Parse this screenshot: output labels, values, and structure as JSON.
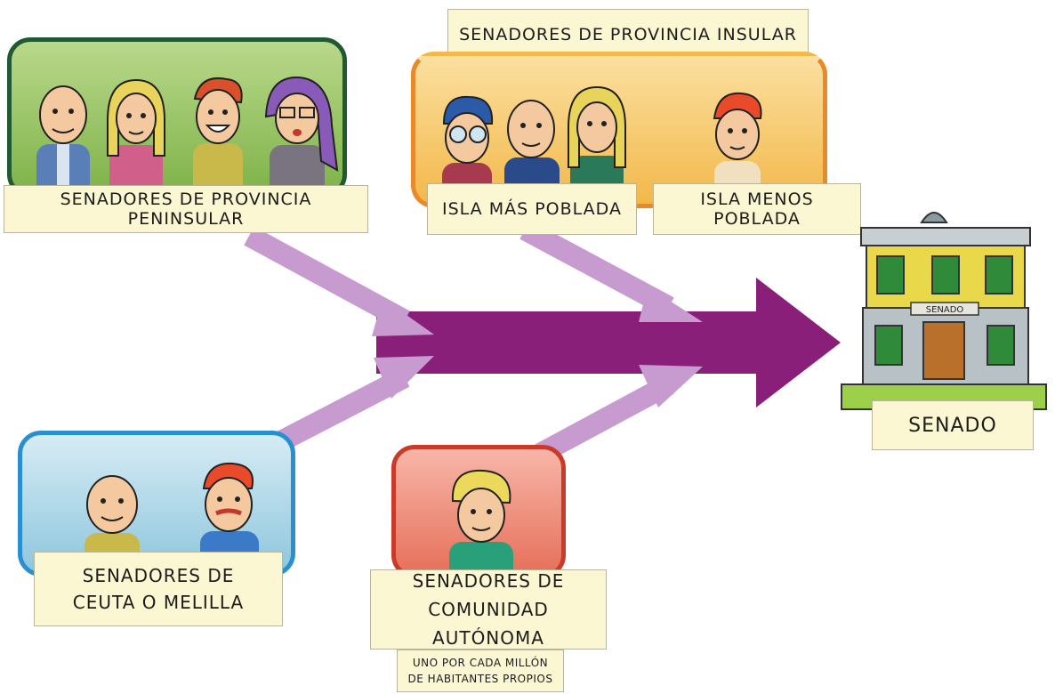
{
  "labels": {
    "peninsular": "SENADORES DE PROVINCIA PENINSULAR",
    "insular_title": "SENADORES DE PROVINCIA INSULAR",
    "isla_mas": "ISLA MÁS POBLADA",
    "isla_menos": "ISLA MENOS POBLADA",
    "senado": "SENADO",
    "senado_sign": "SENADO",
    "ceuta": "SENADORES DE\nCEUTA O MELILLA",
    "comunidad": "SENADORES DE\nCOMUNIDAD AUTÓNOMA",
    "comunidad_note": "UNO POR CADA MILLÓN\nDE HABITANTES PROPIOS"
  },
  "colors": {
    "main_arrow": "#8a1f7a",
    "feed_arrow": "#c79ad0",
    "label_bg": "#fbf7d2",
    "peninsular_border": "#1f5a32",
    "insular_border": "#e8892a",
    "ceuta_border": "#2a8fd0",
    "comunidad_border": "#c83a2a"
  }
}
